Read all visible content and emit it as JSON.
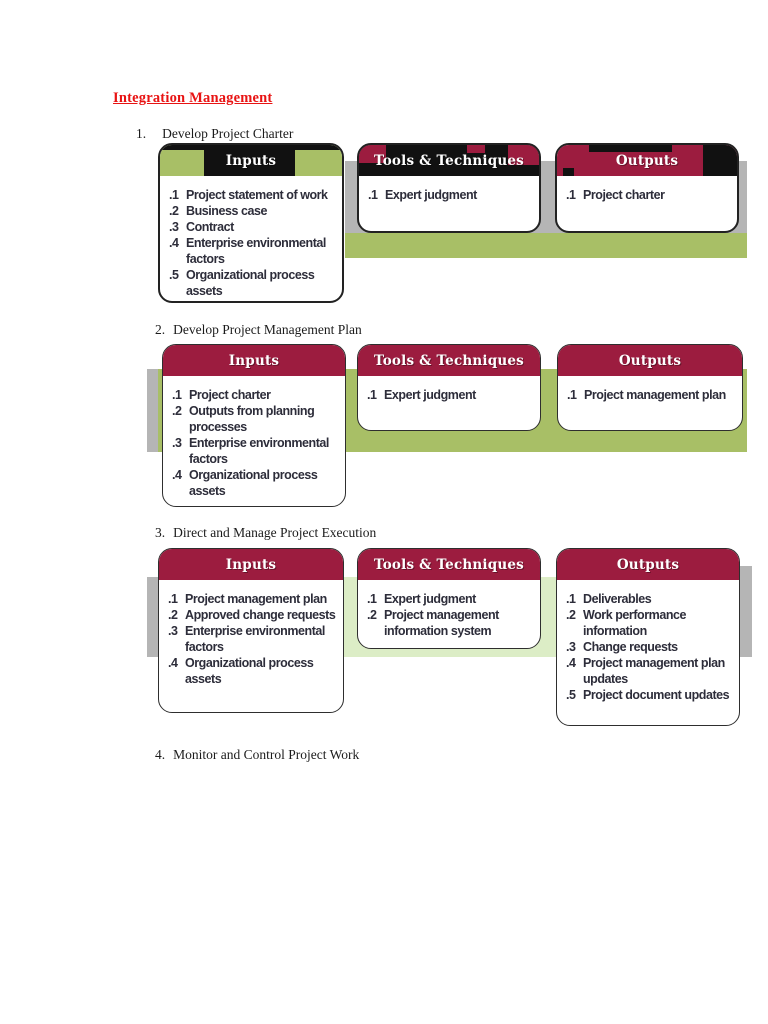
{
  "document": {
    "title": "Integration Management",
    "colors": {
      "maroon_header": "#9c1c3f",
      "green_band": "#a8bf66",
      "pale_green_band": "#dcedc6",
      "gray_shadow": "#b5b5b5",
      "title_red": "#e81313",
      "header_black": "#111111",
      "list_text": "#2d2d3a"
    },
    "sections": [
      {
        "number": "1.",
        "heading": "Develop Project Charter",
        "groups": [
          {
            "title": "Inputs",
            "items": [
              {
                "n": ".1",
                "t": "Project statement of work"
              },
              {
                "n": ".2",
                "t": "Business case"
              },
              {
                "n": ".3",
                "t": "Contract"
              },
              {
                "n": ".4",
                "t": "Enterprise environmental factors"
              },
              {
                "n": ".5",
                "t": "Organizational process assets"
              }
            ]
          },
          {
            "title": "Tools & Techniques",
            "items": [
              {
                "n": ".1",
                "t": "Expert judgment"
              }
            ]
          },
          {
            "title": "Outputs",
            "items": [
              {
                "n": ".1",
                "t": "Project charter"
              }
            ]
          }
        ]
      },
      {
        "number": "2.",
        "heading": "Develop Project Management Plan",
        "groups": [
          {
            "title": "Inputs",
            "items": [
              {
                "n": ".1",
                "t": "Project charter"
              },
              {
                "n": ".2",
                "t": "Outputs from planning processes"
              },
              {
                "n": ".3",
                "t": "Enterprise environmental factors"
              },
              {
                "n": ".4",
                "t": "Organizational process assets"
              }
            ]
          },
          {
            "title": "Tools & Techniques",
            "items": [
              {
                "n": ".1",
                "t": "Expert judgment"
              }
            ]
          },
          {
            "title": "Outputs",
            "items": [
              {
                "n": ".1",
                "t": "Project management plan"
              }
            ]
          }
        ]
      },
      {
        "number": "3.",
        "heading": "Direct and Manage Project Execution",
        "groups": [
          {
            "title": "Inputs",
            "items": [
              {
                "n": ".1",
                "t": "Project management plan"
              },
              {
                "n": ".2",
                "t": "Approved change requests"
              },
              {
                "n": ".3",
                "t": "Enterprise environmental factors"
              },
              {
                "n": ".4",
                "t": "Organizational process assets"
              }
            ]
          },
          {
            "title": "Tools & Techniques",
            "items": [
              {
                "n": ".1",
                "t": "Expert judgment"
              },
              {
                "n": ".2",
                "t": "Project management information system"
              }
            ]
          },
          {
            "title": "Outputs",
            "items": [
              {
                "n": ".1",
                "t": "Deliverables"
              },
              {
                "n": ".2",
                "t": "Work performance information"
              },
              {
                "n": ".3",
                "t": "Change requests"
              },
              {
                "n": ".4",
                "t": "Project management plan updates"
              },
              {
                "n": ".5",
                "t": "Project document updates"
              }
            ]
          }
        ]
      },
      {
        "number": "4.",
        "heading": "Monitor and Control Project Work",
        "groups": []
      }
    ]
  }
}
